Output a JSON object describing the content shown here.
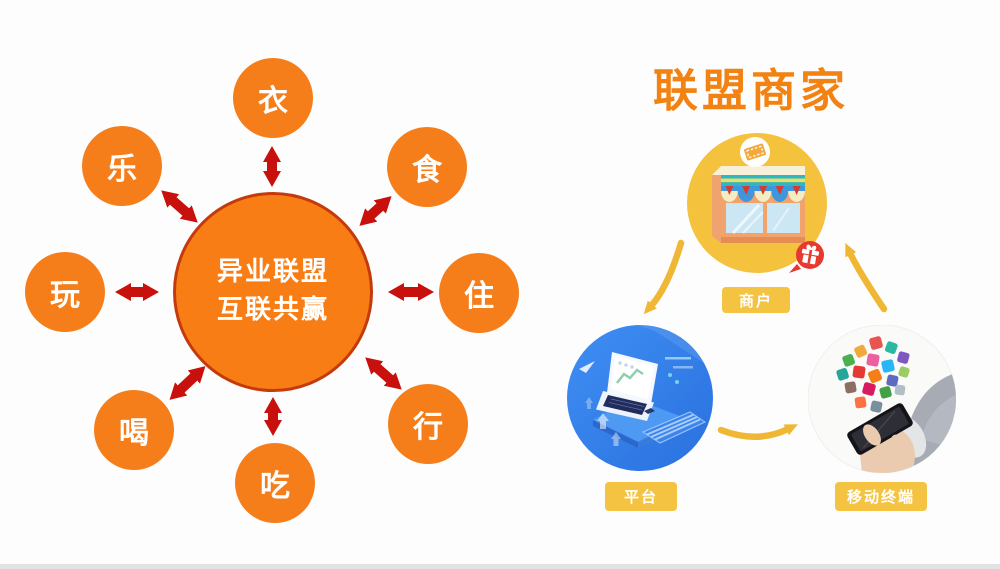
{
  "left_diagram": {
    "center_label_line1": "异业联盟",
    "center_label_line2": "互联共赢",
    "satellites": [
      {
        "id": "clothing",
        "label": "衣"
      },
      {
        "id": "food",
        "label": "食"
      },
      {
        "id": "housing",
        "label": "住"
      },
      {
        "id": "travel",
        "label": "行"
      },
      {
        "id": "eat",
        "label": "吃"
      },
      {
        "id": "drink",
        "label": "喝"
      },
      {
        "id": "play",
        "label": "玩"
      },
      {
        "id": "fun",
        "label": "乐"
      }
    ]
  },
  "right_diagram": {
    "title": "联盟商家",
    "nodes": [
      {
        "id": "merchant",
        "label": "商户",
        "icon": "storefront-illustration"
      },
      {
        "id": "platform",
        "label": "平台",
        "icon": "laptop-platform-illustration"
      },
      {
        "id": "mobile",
        "label": "移动终端",
        "icon": "hand-phone-apps-illustration"
      }
    ]
  },
  "colors": {
    "title_orange": "#F28211",
    "hub_fill": "#F87D15",
    "hub_border": "#C43A0C",
    "satellite_fill": "#F57E1B",
    "red_arrow": "#C8100C",
    "yellow_arrow": "#EFB733",
    "node_label_bg": "#F5C342",
    "merchant_circle": "#F4C23D",
    "platform_circle": "#2F7EE9"
  }
}
